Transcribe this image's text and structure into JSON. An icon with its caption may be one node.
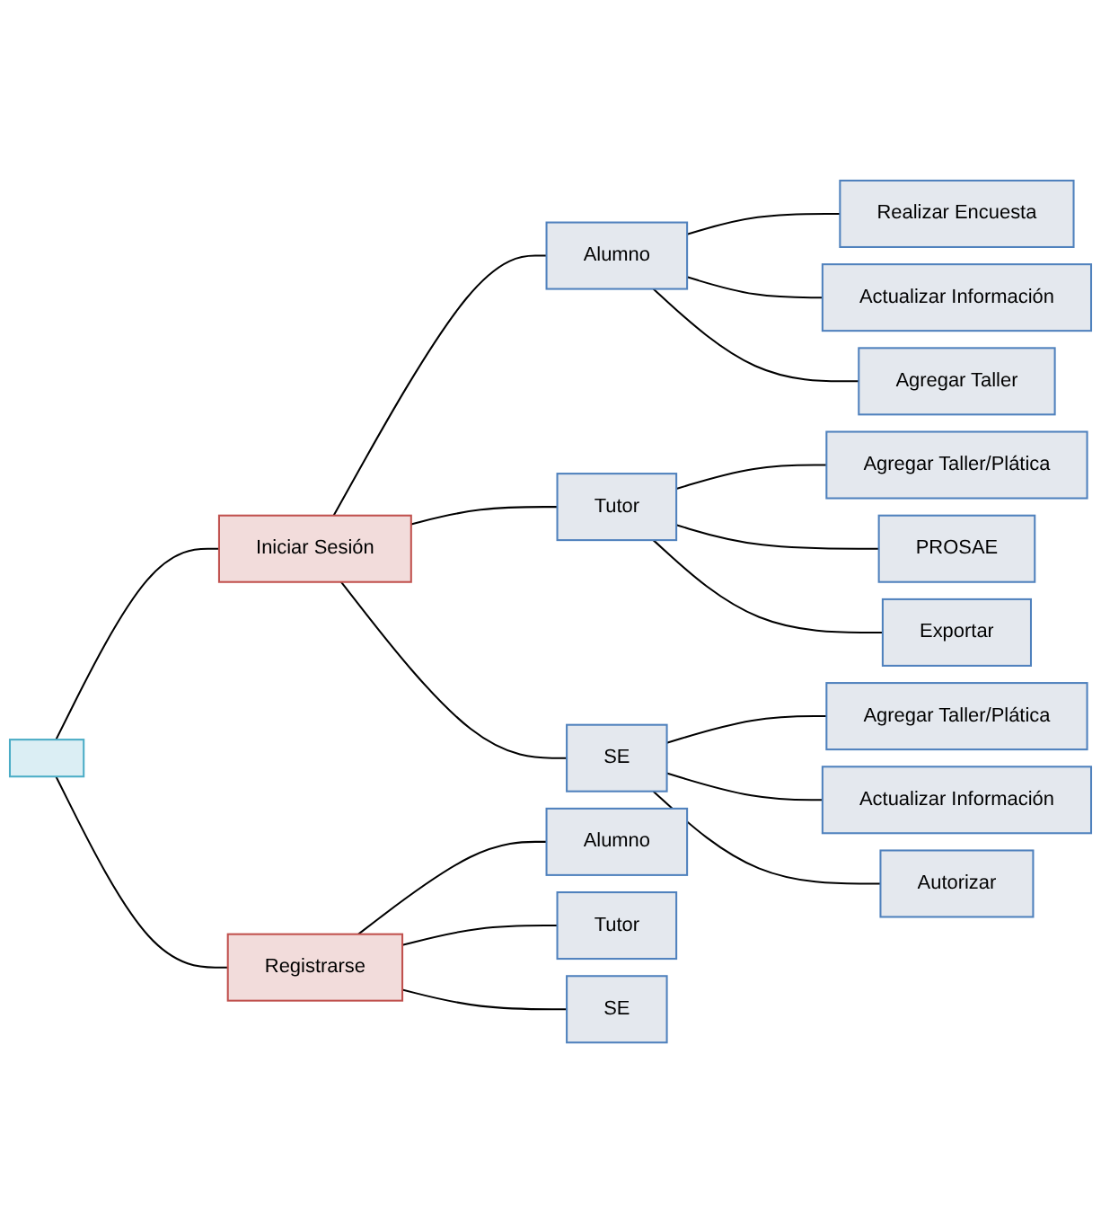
{
  "diagram": {
    "nodes": [
      {
        "text": [],
        "shape": "box"
      },
      {
        "text": [
          "Iniciar Sesión"
        ]
      },
      {
        "text": [
          "Registrarse"
        ]
      },
      {
        "text": [
          "Alumno"
        ]
      },
      {
        "text": [
          "Tutor"
        ]
      },
      {
        "text": [
          "SE"
        ]
      },
      {
        "text": [
          "Realizar Encuesta"
        ]
      },
      {
        "text": [
          "Actualizar Información"
        ]
      },
      {
        "text": [
          "Agregar Taller"
        ]
      },
      {
        "text": [
          "Agregar Taller/Plática"
        ]
      },
      {
        "text": [
          "PROSAE"
        ]
      },
      {
        "text": [
          "Exportar"
        ]
      },
      {
        "text": [
          "Agregar Taller/Plática"
        ]
      },
      {
        "text": [
          "Actualizar Información"
        ]
      },
      {
        "text": [
          "Autorizar"
        ]
      },
      {
        "text": [
          "Alumno"
        ]
      },
      {
        "text": [
          "Tutor"
        ]
      },
      {
        "text": [
          "SE"
        ]
      }
    ],
    "edges": [
      {
        "from": 0,
        "to": 1,
        "arrow": "none"
      },
      {
        "from": 0,
        "to": 2,
        "arrow": "none"
      },
      {
        "from": 1,
        "to": 3,
        "arrow": "none"
      },
      {
        "from": 1,
        "to": 4,
        "arrow": "none"
      },
      {
        "from": 1,
        "to": 5,
        "arrow": "none"
      },
      {
        "from": 3,
        "to": 6,
        "arrow": "none"
      },
      {
        "from": 3,
        "to": 7,
        "arrow": "none"
      },
      {
        "from": 3,
        "to": 8,
        "arrow": "none"
      },
      {
        "from": 4,
        "to": 9,
        "arrow": "none"
      },
      {
        "from": 4,
        "to": 10,
        "arrow": "none"
      },
      {
        "from": 4,
        "to": 11,
        "arrow": "none"
      },
      {
        "from": 5,
        "to": 12,
        "arrow": "none"
      },
      {
        "from": 5,
        "to": 13,
        "arrow": "none"
      },
      {
        "from": 5,
        "to": 14,
        "arrow": "none"
      },
      {
        "from": 2,
        "to": 15,
        "arrow": "none"
      },
      {
        "from": 2,
        "to": 16,
        "arrow": "none"
      },
      {
        "from": 2,
        "to": 17,
        "arrow": "none"
      }
    ]
  }
}
